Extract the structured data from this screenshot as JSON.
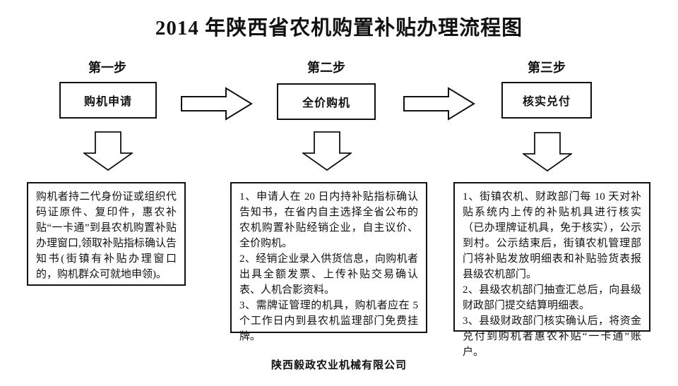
{
  "title": "2014 年陕西省农机购置补贴办理流程图",
  "footer": "陕西毅政农业机械有限公司",
  "colors": {
    "ink": "#111111",
    "background": "#ffffff"
  },
  "steps": [
    {
      "label": "第一步",
      "box_label": "购机申请",
      "detail": "购机者持二代身份证或组织代码证原件、复印件，惠农补贴“一卡通”到县农机购置补贴办理窗口,领取补贴指标确认告知书(街镇有补贴办理窗口的，购机群众可就地申领)。"
    },
    {
      "label": "第二步",
      "box_label": "全价购机",
      "detail": "1、申请人在 20 日内持补贴指标确认告知书，在省内自主选择全省公布的农机购置补贴经销企业，自主议价、全价购机。\n2、经销企业录入供货信息，向购机者出具全额发票、上传补贴交易确认表、人机合影资料。\n3、需牌证管理的机具，购机者应在 5 个工作日内到县农机监理部门免费挂牌。"
    },
    {
      "label": "第三步",
      "box_label": "核实兑付",
      "detail": "1、街镇农机、财政部门每 10 天对补贴系统内上传的补贴机具进行核实（已办理牌证机具，免于核实），公示到村。公示结束后，街镇农机管理部门将补贴发放明细表和补贴验货表报县级农机部门。\n2、县级农机部门抽查汇总后，向县级财政部门提交结算明细表。\n3、县级财政部门核实确认后，将资金兑付到购机者惠农补贴“一卡通”账户。"
    }
  ],
  "icons": {
    "right_arrow": "right-arrow-icon",
    "down_arrow": "down-arrow-icon"
  }
}
